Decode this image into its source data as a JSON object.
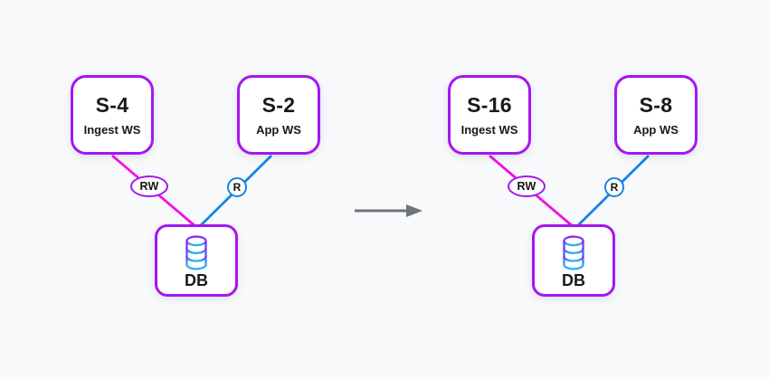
{
  "diagram": {
    "type": "architecture-before-after",
    "clusters": {
      "before": {
        "ingest": {
          "title": "S-4",
          "subtitle": "Ingest WS"
        },
        "app": {
          "title": "S-2",
          "subtitle": "App WS"
        },
        "db": {
          "label": "DB"
        },
        "rw_badge": "RW",
        "r_badge": "R"
      },
      "after": {
        "ingest": {
          "title": "S-16",
          "subtitle": "Ingest WS"
        },
        "app": {
          "title": "S-8",
          "subtitle": "App WS"
        },
        "db": {
          "label": "DB"
        },
        "rw_badge": "RW",
        "r_badge": "R"
      }
    },
    "icons": {
      "db_node_icon": "database-icon",
      "transition_icon": "arrow-right-icon"
    },
    "colors": {
      "background": "#F8F9FA",
      "node_border": "#A516F0",
      "rw_edge": "#F013E3",
      "r_edge": "#1783E6",
      "arrow": "#6F737B",
      "text": "#17191D",
      "db_gradient_top": "#A11FF0",
      "db_gradient_mid": "#4D6AF0",
      "db_gradient_bottom": "#2BB5F4"
    }
  }
}
